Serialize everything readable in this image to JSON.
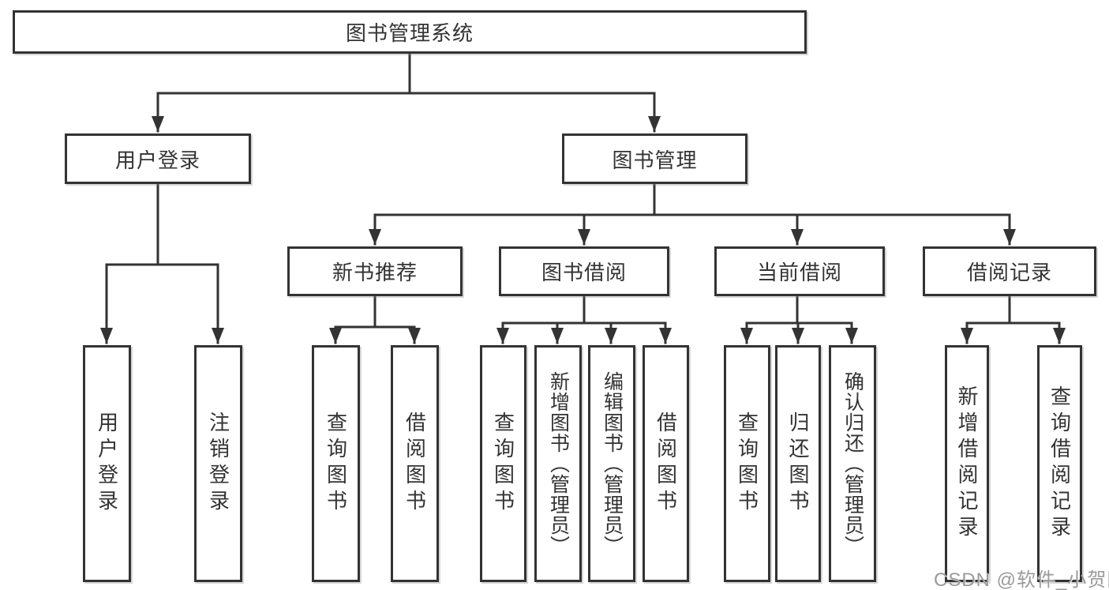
{
  "title": "图书管理系统",
  "watermark": "CSDN @软件_小贺同学",
  "colors": {
    "line": "#333333",
    "text": "#333333",
    "box_background": "#ffffff",
    "watermark": "#9a9a9a"
  },
  "tree": {
    "root": {
      "label": "图书管理系统"
    },
    "branches": [
      {
        "label": "用户登录",
        "children": [
          {
            "label": "用户登录"
          },
          {
            "label": "注销登录"
          }
        ]
      },
      {
        "label": "图书管理",
        "children": [
          {
            "label": "新书推荐",
            "children": [
              {
                "label": "查询图书"
              },
              {
                "label": "借阅图书"
              }
            ]
          },
          {
            "label": "图书借阅",
            "children": [
              {
                "label": "查询图书"
              },
              {
                "label": "新增图书（管理员）"
              },
              {
                "label": "编辑图书（管理员）"
              },
              {
                "label": "借阅图书"
              }
            ]
          },
          {
            "label": "当前借阅",
            "children": [
              {
                "label": "查询图书"
              },
              {
                "label": "归还图书"
              },
              {
                "label": "确认归还（管理员）"
              }
            ]
          },
          {
            "label": "借阅记录",
            "children": [
              {
                "label": "新增借阅记录"
              },
              {
                "label": "查询借阅记录"
              }
            ]
          }
        ]
      }
    ]
  }
}
